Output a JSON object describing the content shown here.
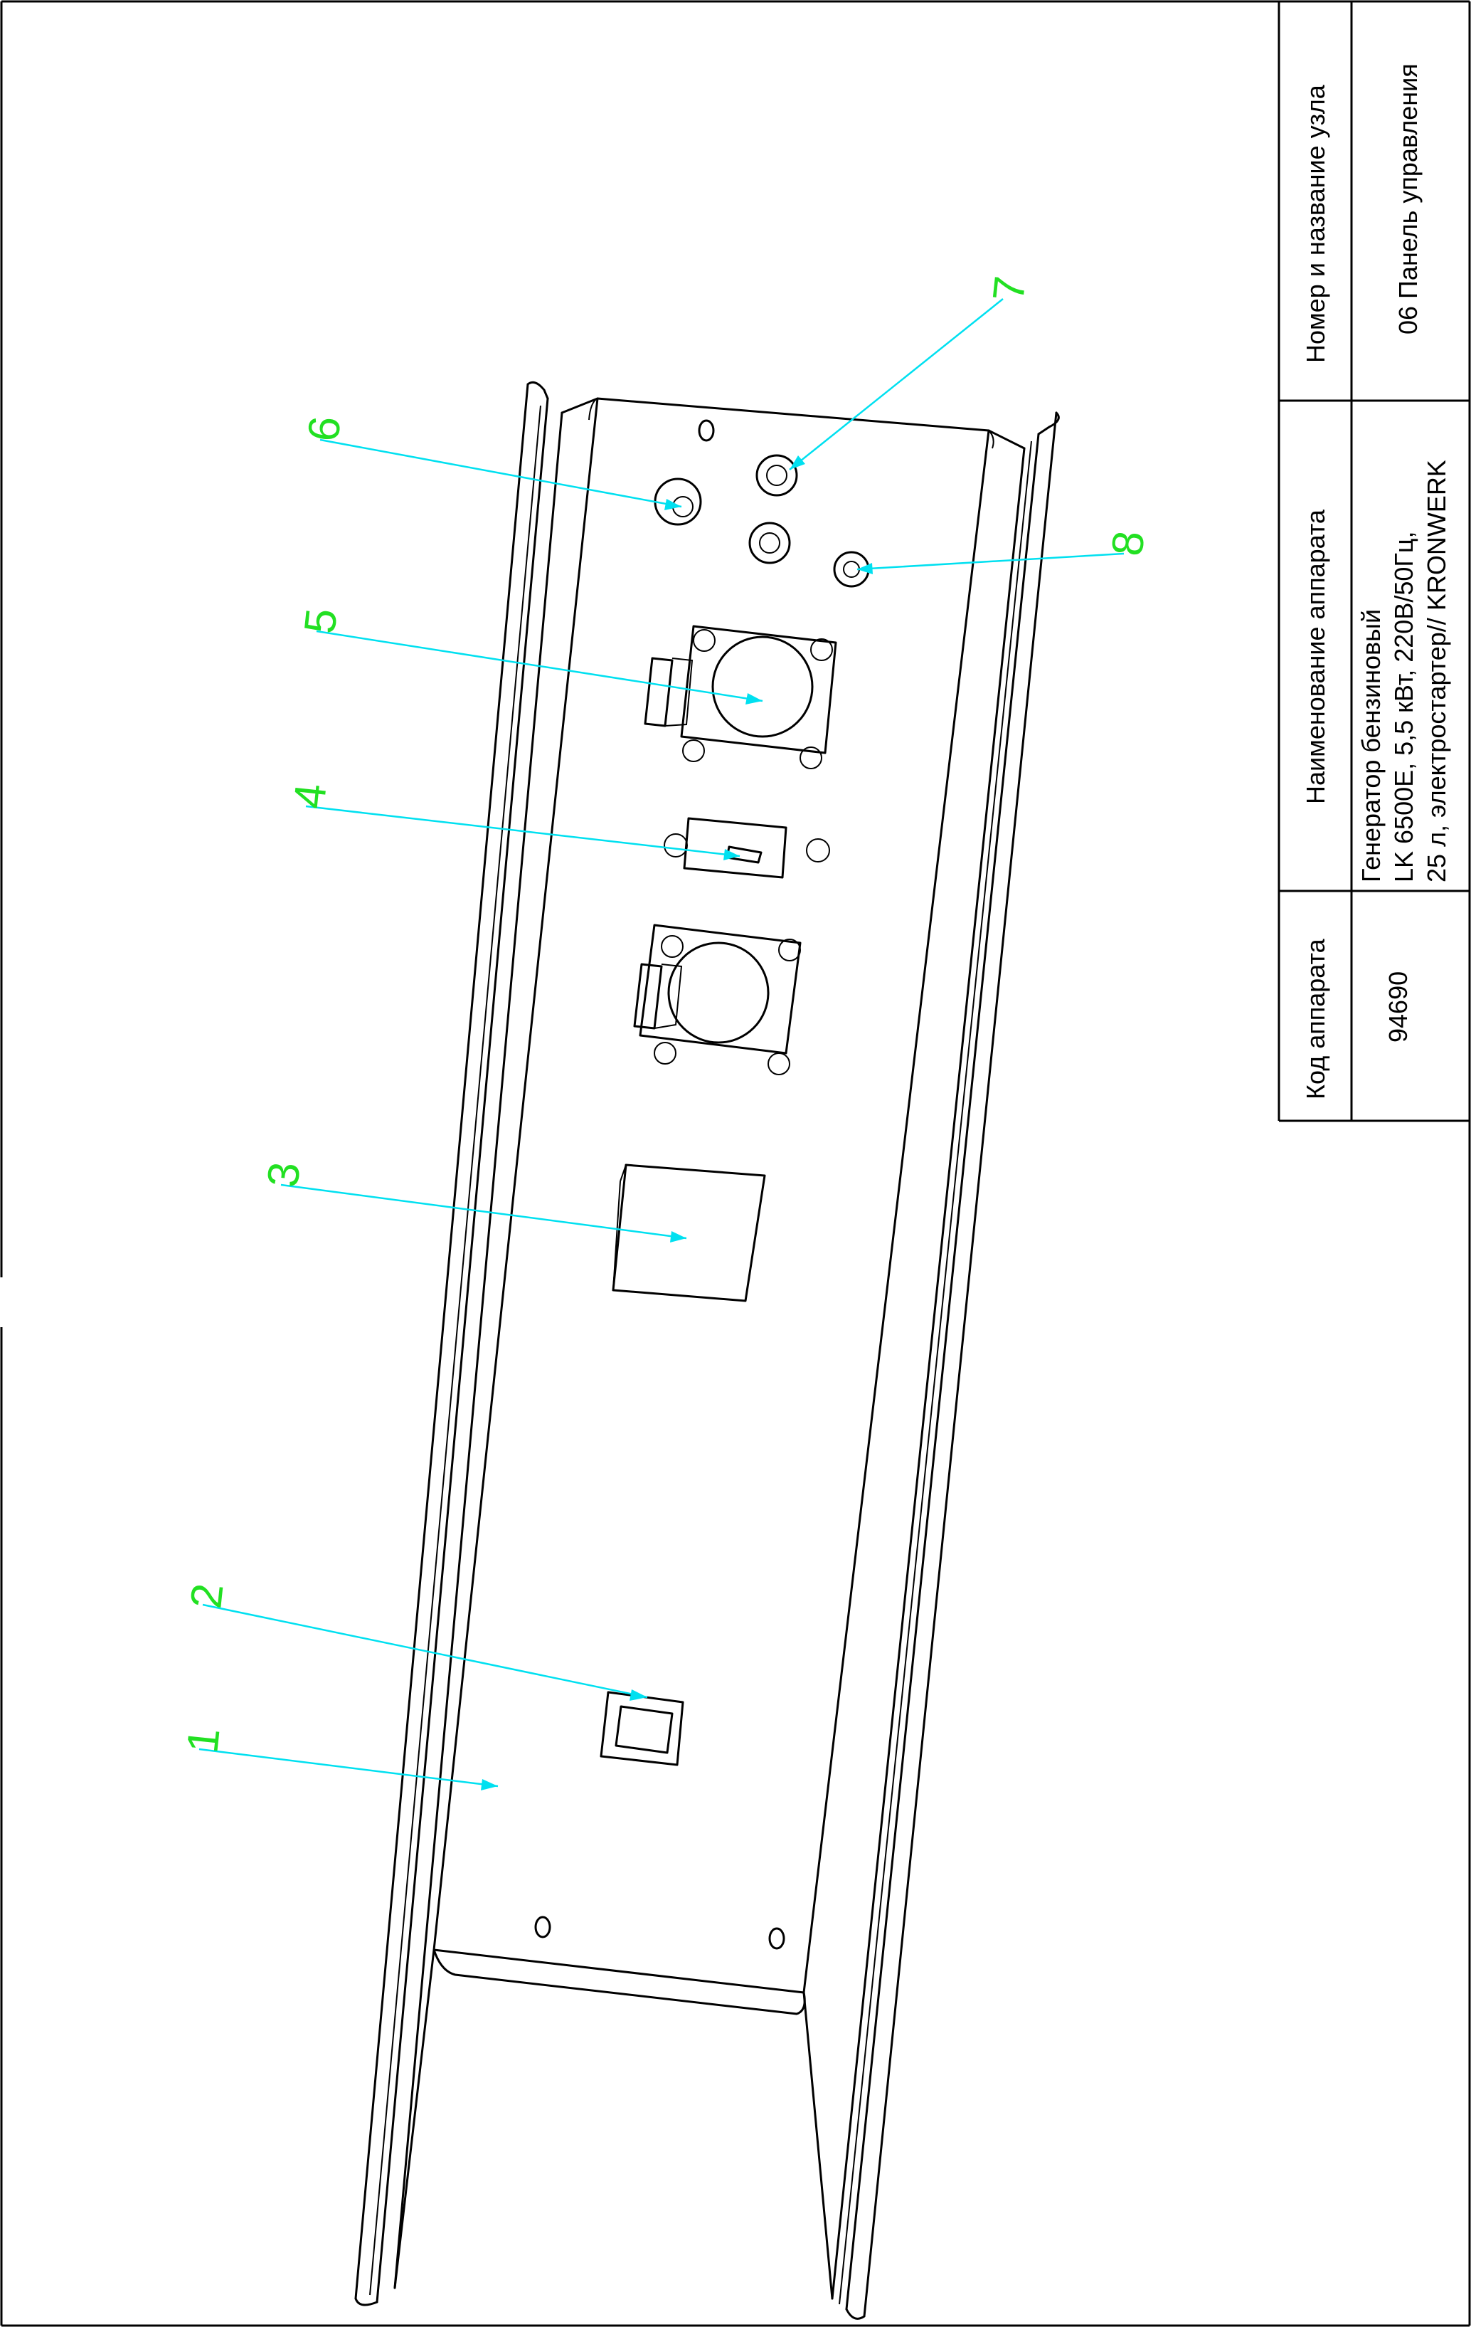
{
  "title_block": {
    "headers": {
      "code": "Код аппарата",
      "name": "Наименование аппарата",
      "node": "Номер и название узла"
    },
    "values": {
      "code": "94690",
      "name_lines": [
        "Генератор бензиновый",
        "LK 6500E, 5,5 кВт, 220В/50Гц,",
        "25 л, электростартер//  KRONWERK"
      ],
      "node": "06 Панель управления"
    }
  },
  "callouts": [
    "1",
    "2",
    "3",
    "4",
    "5",
    "6",
    "7",
    "8"
  ],
  "colors": {
    "callout_number": "#22e022",
    "leader_line": "#00e0f0",
    "drawing": "#000000"
  }
}
